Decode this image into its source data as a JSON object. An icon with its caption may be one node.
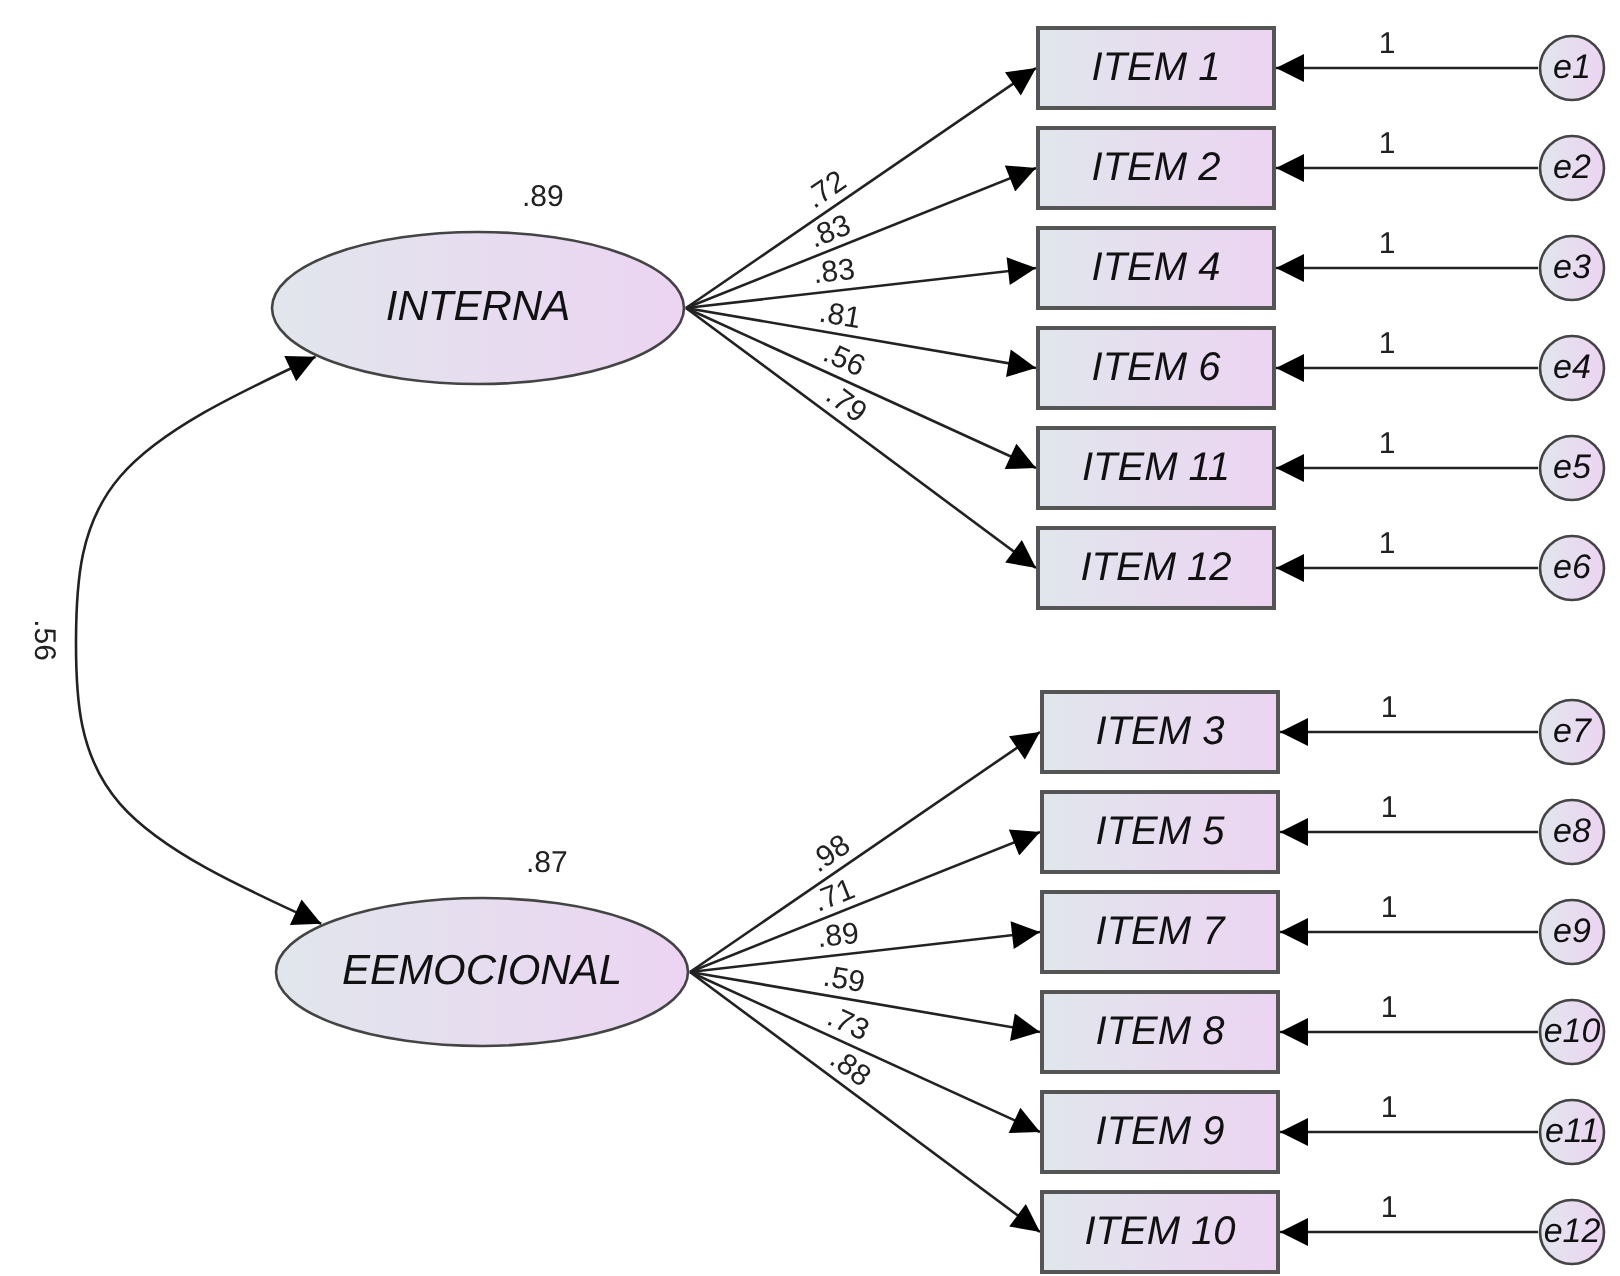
{
  "diagram": {
    "nodes": [
      {
        "text": [
          "INTERNA"
        ],
        "beside": [
          ".89"
        ]
      },
      {
        "text": [
          "EEMOCIONAL"
        ],
        "beside": [
          ".87"
        ]
      },
      {
        "text": [
          "ITEM 1"
        ]
      },
      {
        "text": [
          "ITEM 2"
        ]
      },
      {
        "text": [
          "ITEM 4"
        ]
      },
      {
        "text": [
          "ITEM 6"
        ]
      },
      {
        "text": [
          "ITEM 11"
        ]
      },
      {
        "text": [
          "ITEM 12"
        ]
      },
      {
        "text": [
          "ITEM 3"
        ]
      },
      {
        "text": [
          "ITEM 5"
        ]
      },
      {
        "text": [
          "ITEM 7"
        ]
      },
      {
        "text": [
          "ITEM 8"
        ]
      },
      {
        "text": [
          "ITEM 9"
        ]
      },
      {
        "text": [
          "ITEM 10"
        ]
      },
      {
        "text": [
          "e1"
        ]
      },
      {
        "text": [
          "e2"
        ]
      },
      {
        "text": [
          "e3"
        ]
      },
      {
        "text": [
          "e4"
        ]
      },
      {
        "text": [
          "e5"
        ]
      },
      {
        "text": [
          "e6"
        ]
      },
      {
        "text": [
          "e7"
        ]
      },
      {
        "text": [
          "e8"
        ]
      },
      {
        "text": [
          "e9"
        ]
      },
      {
        "text": [
          "e10"
        ]
      },
      {
        "text": [
          "e11"
        ]
      },
      {
        "text": [
          "e12"
        ]
      }
    ],
    "edges": [
      {
        "from": 0,
        "to": 1,
        "arrow": "both",
        "label": ".56"
      },
      {
        "from": 0,
        "to": 2,
        "arrow": "to",
        "label": ".72"
      },
      {
        "from": 0,
        "to": 3,
        "arrow": "to",
        "label": ".83"
      },
      {
        "from": 0,
        "to": 4,
        "arrow": "to",
        "label": ".83"
      },
      {
        "from": 0,
        "to": 5,
        "arrow": "to",
        "label": ".81"
      },
      {
        "from": 0,
        "to": 6,
        "arrow": "to",
        "label": ".56"
      },
      {
        "from": 0,
        "to": 7,
        "arrow": "to",
        "label": ".79"
      },
      {
        "from": 1,
        "to": 8,
        "arrow": "to",
        "label": ".98"
      },
      {
        "from": 1,
        "to": 9,
        "arrow": "to",
        "label": ".71"
      },
      {
        "from": 1,
        "to": 10,
        "arrow": "to",
        "label": ".89"
      },
      {
        "from": 1,
        "to": 11,
        "arrow": "to",
        "label": ".59"
      },
      {
        "from": 1,
        "to": 12,
        "arrow": "to",
        "label": ".73"
      },
      {
        "from": 1,
        "to": 13,
        "arrow": "to",
        "label": ".88"
      },
      {
        "from": 14,
        "to": 2,
        "arrow": "to",
        "label": "1"
      },
      {
        "from": 15,
        "to": 3,
        "arrow": "to",
        "label": "1"
      },
      {
        "from": 16,
        "to": 4,
        "arrow": "to",
        "label": "1"
      },
      {
        "from": 17,
        "to": 5,
        "arrow": "to",
        "label": "1"
      },
      {
        "from": 18,
        "to": 6,
        "arrow": "to",
        "label": "1"
      },
      {
        "from": 19,
        "to": 7,
        "arrow": "to",
        "label": "1"
      },
      {
        "from": 20,
        "to": 8,
        "arrow": "to",
        "label": "1"
      },
      {
        "from": 21,
        "to": 9,
        "arrow": "to",
        "label": "1"
      },
      {
        "from": 22,
        "to": 10,
        "arrow": "to",
        "label": "1"
      },
      {
        "from": 23,
        "to": 11,
        "arrow": "to",
        "label": "1"
      },
      {
        "from": 24,
        "to": 12,
        "arrow": "to",
        "label": "1"
      },
      {
        "from": 25,
        "to": 13,
        "arrow": "to",
        "label": "1"
      }
    ]
  }
}
